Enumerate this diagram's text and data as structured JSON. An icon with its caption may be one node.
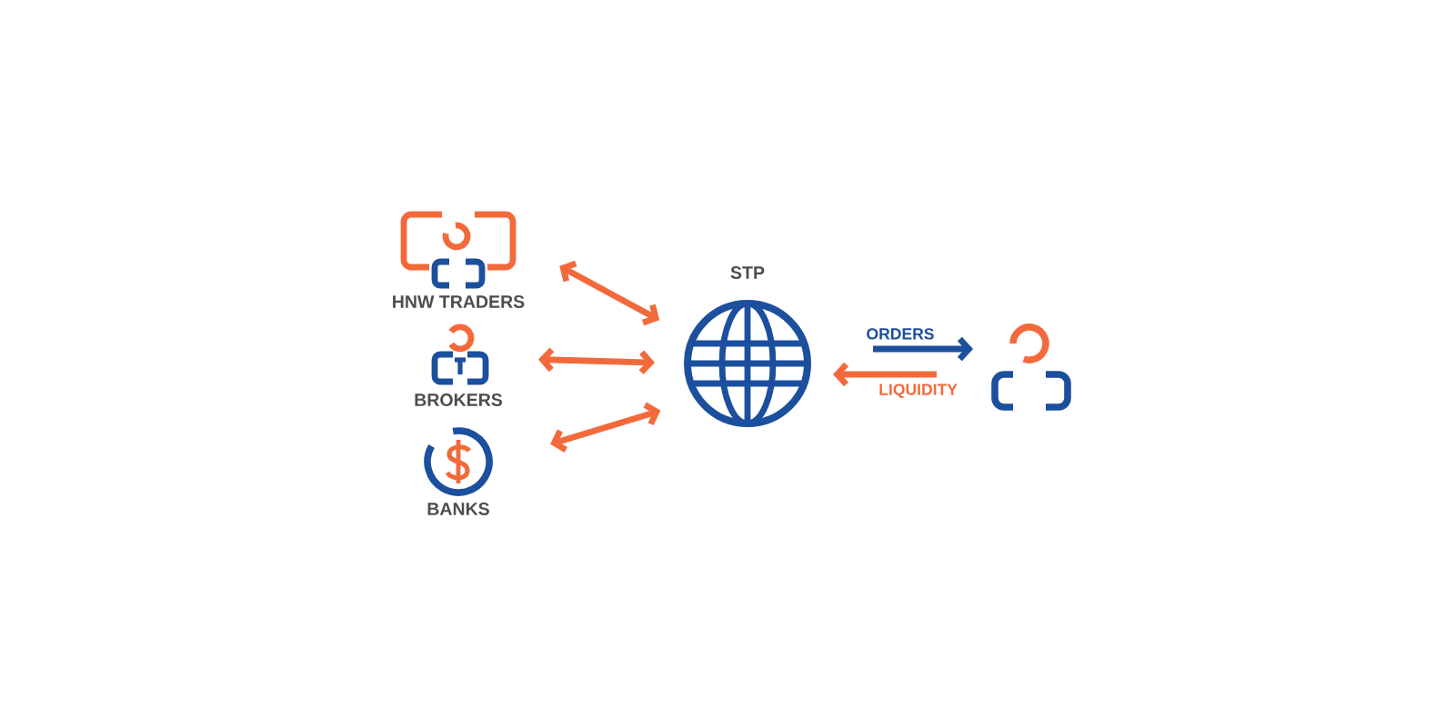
{
  "diagram": {
    "nodes": [
      {
        "text": [
          "HNW TRADERS"
        ]
      },
      {
        "text": [
          "BROKERS"
        ]
      },
      {
        "text": [
          "BANKS"
        ]
      },
      {
        "text": [
          "STP"
        ]
      },
      {
        "text": [],
        "shape": "person"
      }
    ],
    "edges": [
      {
        "from": 0,
        "to": 3,
        "arrow": "both"
      },
      {
        "from": 1,
        "to": 3,
        "arrow": "both"
      },
      {
        "from": 2,
        "to": 3,
        "arrow": "both"
      },
      {
        "from": 3,
        "to": 4,
        "arrow": "to",
        "label": "ORDERS",
        "color": "#1c4f9d"
      },
      {
        "from": 4,
        "to": 3,
        "arrow": "to",
        "label": "LIQUIDITY"
      }
    ]
  }
}
